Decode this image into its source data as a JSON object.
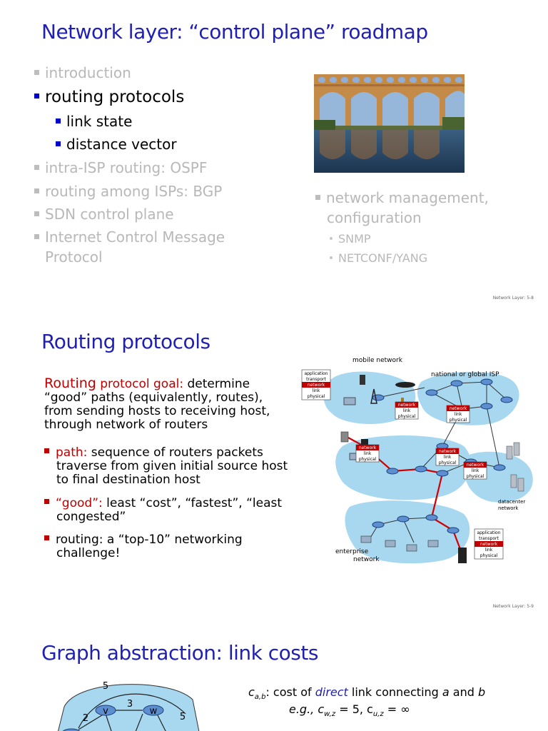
{
  "slide1": {
    "title": "Network layer: “control plane” roadmap",
    "left_items": [
      {
        "text": "introduction"
      },
      {
        "text": "routing protocols"
      },
      {
        "text": "link state"
      },
      {
        "text": "distance vector"
      },
      {
        "text": "intra-ISP routing: OSPF"
      },
      {
        "text": "routing among ISPs: BGP"
      },
      {
        "text": "SDN control plane"
      },
      {
        "text": "Internet Control Message"
      },
      {
        "text": "Protocol"
      }
    ],
    "right_items": [
      {
        "text": "network management,"
      },
      {
        "text": "configuration"
      },
      {
        "text": "SNMP"
      },
      {
        "text": "NETCONF/YANG"
      }
    ],
    "footer": "Network Layer: 5-8"
  },
  "slide2": {
    "title": "Routing protocols",
    "intro_red": "Routing",
    "intro_red2": "protocol goal:",
    "intro_lines": [
      "determine",
      "“good” paths (equivalently, routes),",
      "from sending hosts to receiving host,",
      "through network of routers"
    ],
    "bullets": [
      {
        "label": "path:",
        "lines": [
          "sequence of routers packets",
          "traverse from given initial source host",
          "to final destination host"
        ]
      },
      {
        "label": "“good”:",
        "lines": [
          "least “cost”, “fastest”, “least",
          "congested”"
        ]
      },
      {
        "label": "",
        "lines": [
          "routing: a “top-10” networking",
          "challenge!"
        ]
      }
    ],
    "diagram": {
      "mobile_network": "mobile network",
      "isp": "national or global ISP",
      "datacenter": [
        "datacenter",
        "network"
      ],
      "enterprise": [
        "enterprise",
        "network"
      ],
      "stack5": [
        "application",
        "transport",
        "network",
        "link",
        "physical"
      ],
      "stack3": [
        "network",
        "link",
        "physical"
      ]
    },
    "footer": "Network Layer: 5-9"
  },
  "slide3": {
    "title": "Graph abstraction: link costs",
    "def_sub": "a,b",
    "def_text1": ": cost of ",
    "def_direct": "direct",
    "def_text2": " link connecting ",
    "def_a": "a",
    "def_and": " and ",
    "def_b": "b",
    "eg_prefix": "e.g., c",
    "eg_sub1": "w,z",
    "eg_mid": " = 5, c",
    "eg_sub2": "u,z",
    "eg_end": " = ∞",
    "graph": {
      "nodes": [
        "v",
        "w"
      ],
      "costs": [
        "5",
        "3",
        "2",
        "5"
      ]
    }
  }
}
